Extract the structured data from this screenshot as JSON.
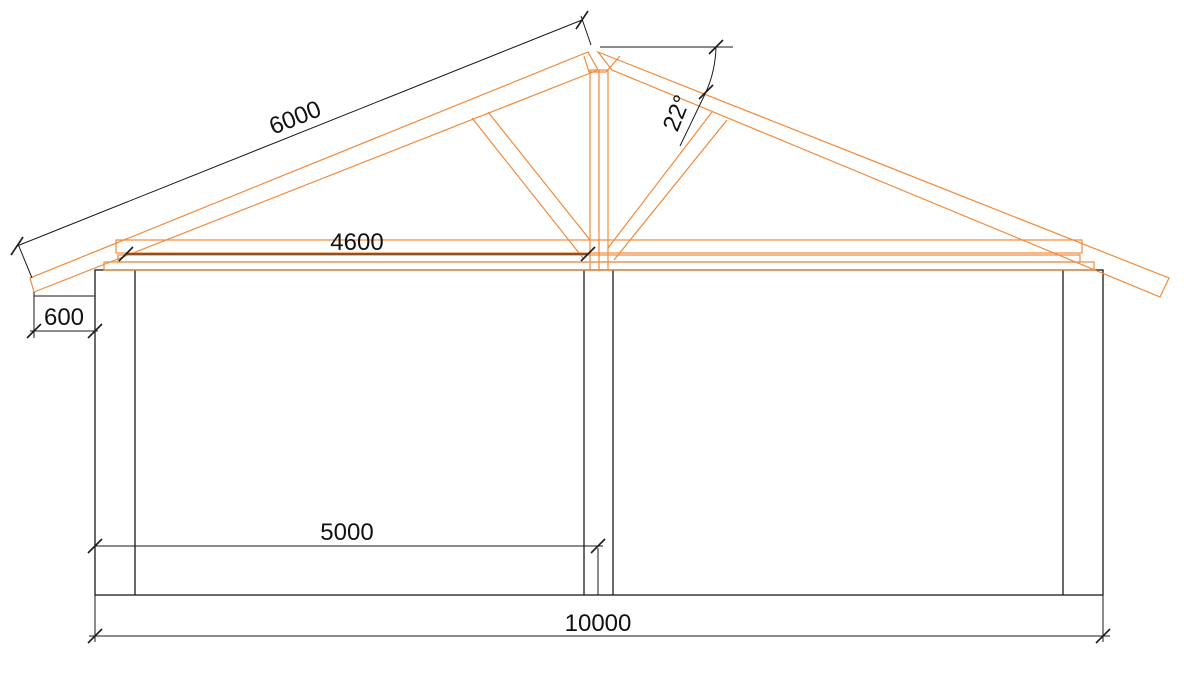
{
  "colors": {
    "timber": "#f08a3c",
    "lines": "#1a1a1a",
    "background": "#ffffff"
  },
  "dimensions": {
    "rafter_length": "6000",
    "beam_length": "4600",
    "overhang": "600",
    "roof_angle": "22°",
    "half_span": "5000",
    "total_span": "10000"
  }
}
